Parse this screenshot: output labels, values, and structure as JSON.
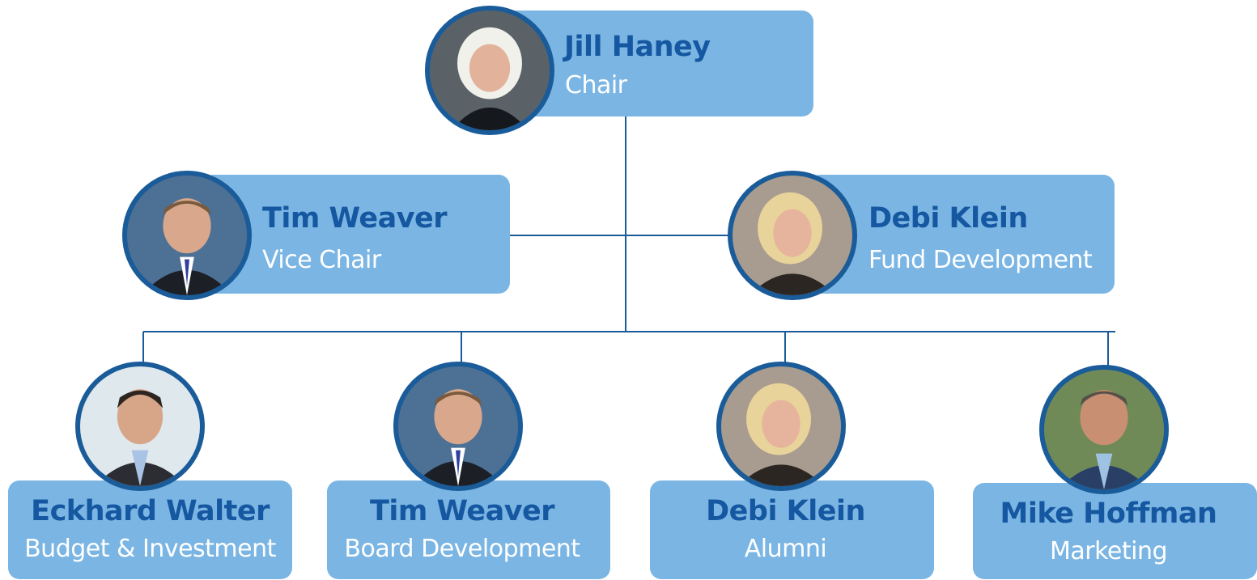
{
  "colors": {
    "card": "#7ab5e3",
    "name_text": "#1557a0",
    "role_text": "#ffffff",
    "connector": "#1a5b99",
    "avatar_ring": "#1a5b99"
  },
  "members": [
    {
      "name": "Jill Haney",
      "role": "Chair"
    },
    {
      "name": "Tim Weaver",
      "role": "Vice Chair"
    },
    {
      "name": "Debi Klein",
      "role": "Fund Development"
    },
    {
      "name": "Eckhard Walter",
      "role": "Budget & Investment"
    },
    {
      "name": "Tim Weaver",
      "role": "Board Development"
    },
    {
      "name": "Debi Klein",
      "role": "Alumni"
    },
    {
      "name": "Mike Hoffman",
      "role": "Marketing"
    }
  ]
}
